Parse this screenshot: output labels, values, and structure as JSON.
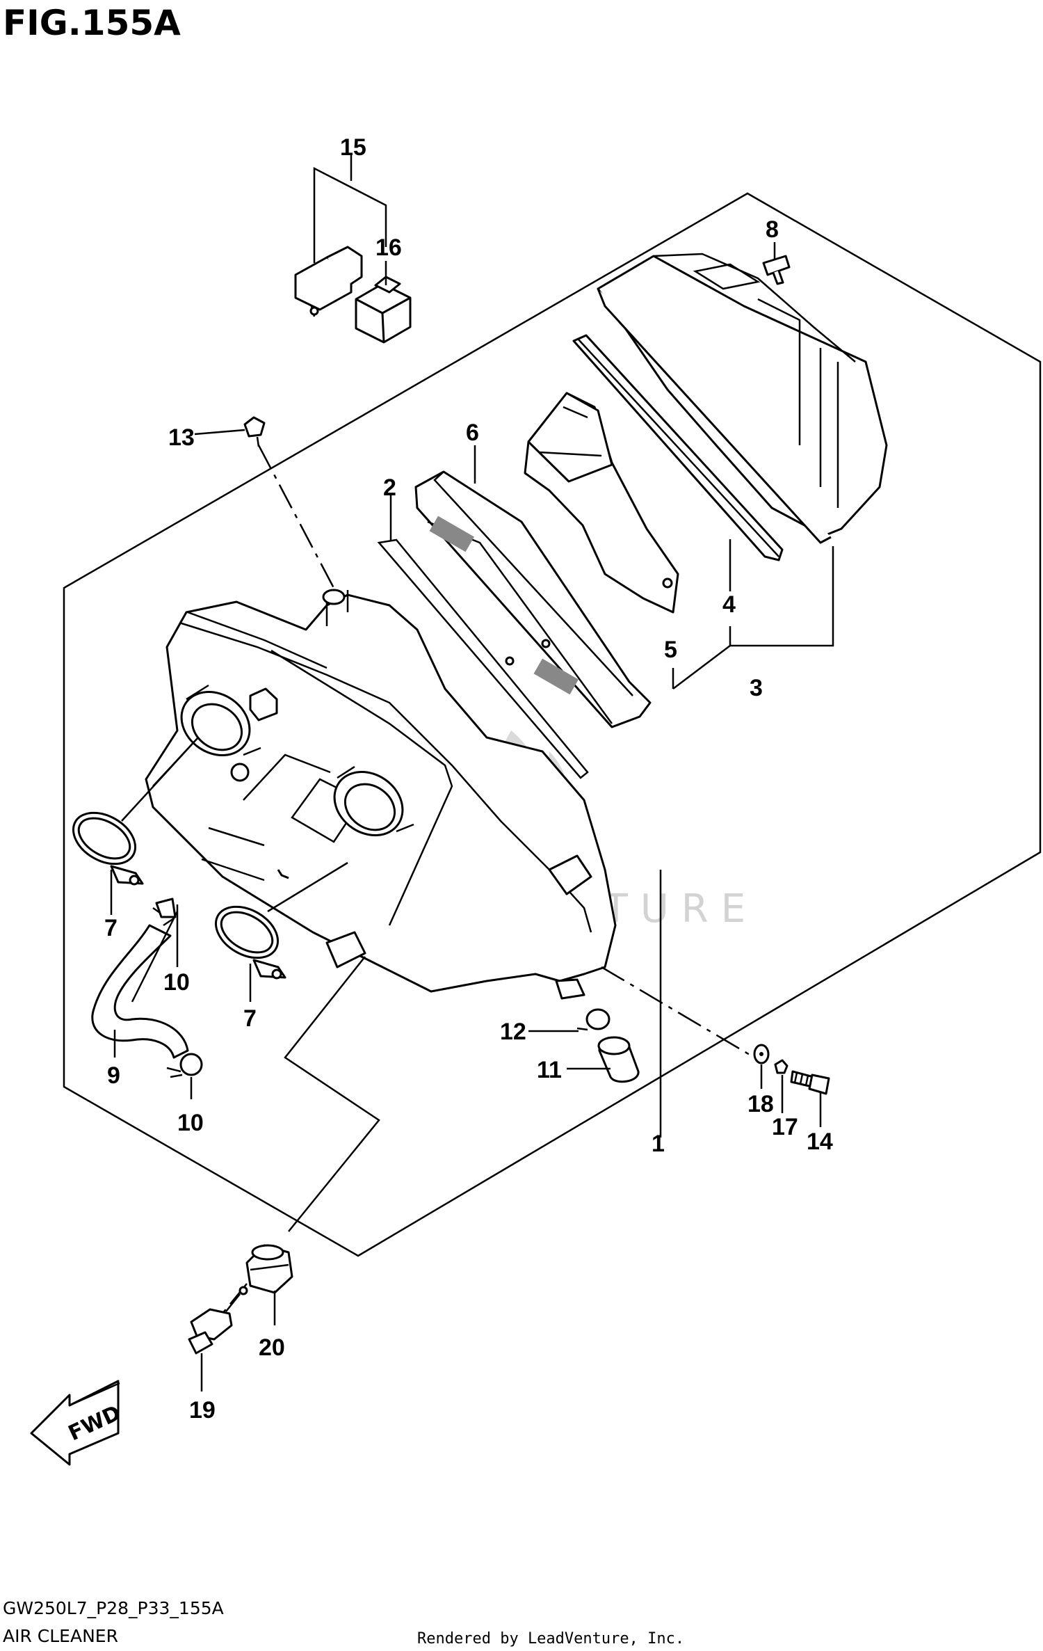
{
  "figure": {
    "title": "FIG.155A",
    "code": "GW250L7_P28_P33_155A",
    "name": "AIR CLEANER",
    "credit": "Rendered by LeadVenture, Inc.",
    "watermark": "LEADVENTURE",
    "fwd_label": "FWD"
  },
  "callouts": [
    "1",
    "2",
    "3",
    "4",
    "5",
    "6",
    "7",
    "7",
    "8",
    "9",
    "10",
    "10",
    "11",
    "12",
    "13",
    "14",
    "15",
    "16",
    "17",
    "18",
    "19",
    "20"
  ]
}
